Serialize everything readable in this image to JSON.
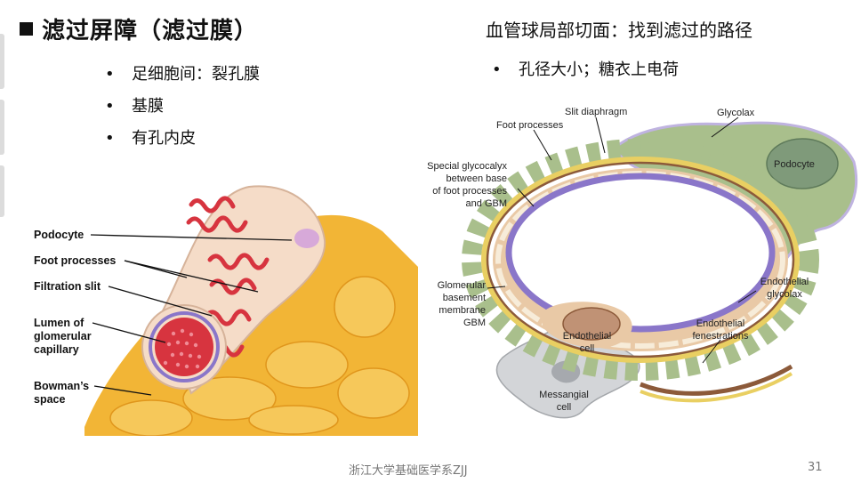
{
  "slide": {
    "title": "滤过屏障（滤过膜）",
    "bullets_left": [
      "足细胞间：裂孔膜",
      "基膜",
      "有孔内皮"
    ],
    "right_title": "血管球局部切面：找到滤过的路径",
    "right_bullet": "孔径大小；糖衣上电荷",
    "bullet_glyph": "•",
    "footer": "浙江大学基础医学系ZJJ",
    "page_number": "31"
  },
  "left_figure": {
    "labels": {
      "podocyte": "Podocyte",
      "foot_processes": "Foot processes",
      "filtration_slit": "Filtration slit",
      "lumen_1": "Lumen of",
      "lumen_2": "glomerular",
      "lumen_3": "capillary",
      "bowman_1": "Bowman’s",
      "bowman_2": "space"
    }
  },
  "right_figure": {
    "labels": {
      "foot_processes": "Foot processes",
      "slit_diaphragm": "Slit diaphragm",
      "glycolax": "Glycolax",
      "podocyte": "Podocyte",
      "special_1": "Special glycocalyx",
      "special_2": "between base",
      "special_3": "of foot processes",
      "special_4": "and GBM",
      "gbm_1": "Glomerular",
      "gbm_2": "basement",
      "gbm_3": "membrane",
      "gbm_4": "GBM",
      "endo_glyco_1": "Endothelial",
      "endo_glyco_2": "glycolax",
      "endo_fen_1": "Endothelial",
      "endo_fen_2": "fenestrations",
      "endo_cell_1": "Endothelial",
      "endo_cell_2": "cell",
      "mes_1": "Messangial",
      "mes_2": "cell"
    }
  },
  "colors": {
    "podocyte_green": "#a9bf8c",
    "podocyte_nucleus": "#7f9a7a",
    "gbm_yellow": "#e9cf62",
    "endothelium_tan": "#e9c9a6",
    "lumen_purple": "#8a76c9",
    "capillary_red": "#d7343f",
    "bowman_orange": "#f2b536",
    "mesangial_gray": "#d3d5d8"
  }
}
